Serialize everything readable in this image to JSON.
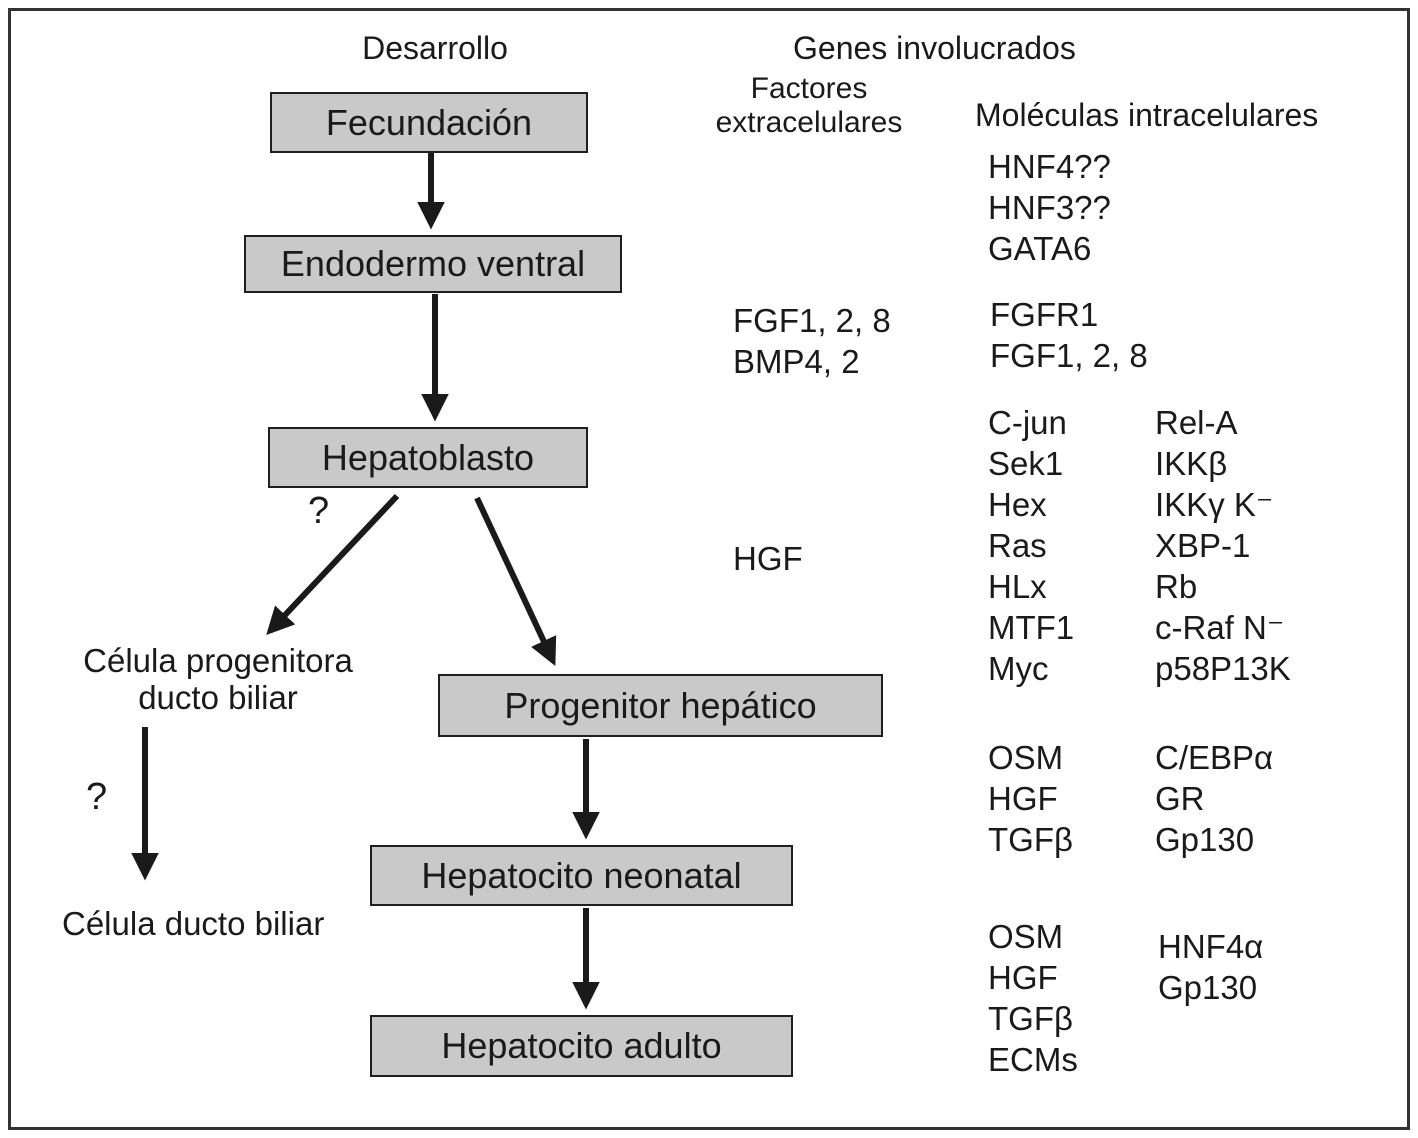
{
  "headers": {
    "left_column_title": "Desarrollo",
    "right_column_title": "Genes involucrados",
    "extracellular_subtitle": "Factores extracelulares",
    "intracellular_subtitle": "Moléculas intracelulares"
  },
  "flow": {
    "boxes": [
      {
        "label": "Fecundación"
      },
      {
        "label": "Endodermo ventral"
      },
      {
        "label": "Hepatoblasto"
      },
      {
        "label": "Progenitor hepático"
      },
      {
        "label": "Hepatocito neonatal"
      },
      {
        "label": "Hepatocito adulto"
      }
    ],
    "side_labels": {
      "biliary_progenitor": "Célula progenitora ducto biliar",
      "biliary_cell": "Célula ducto biliar",
      "question_branch": "?",
      "question_left": "?"
    }
  },
  "gene_lists": {
    "stage1_intracellular": [
      "HNF4??",
      "HNF3??",
      "GATA6"
    ],
    "stage2_extracellular": [
      "FGF1, 2, 8",
      "BMP4, 2"
    ],
    "stage2_intracellular": [
      "FGFR1",
      "FGF1, 2, 8"
    ],
    "stage3_extracellular": [
      "HGF"
    ],
    "stage3_intracellular_col1": [
      "C-jun",
      "Sek1",
      "Hex",
      "Ras",
      "HLx",
      "MTF1",
      "Myc"
    ],
    "stage3_intracellular_col2": [
      "Rel-A",
      "IKKβ",
      "IKKγ K⁻",
      "XBP-1",
      "Rb",
      "c-Raf N⁻",
      "p58P13K"
    ],
    "stage4_extracellular": [
      "OSM",
      "HGF",
      "TGFβ"
    ],
    "stage4_intracellular": [
      "C/EBPα",
      "GR",
      "Gp130"
    ],
    "stage5_extracellular": [
      "OSM",
      "HGF",
      "TGFβ",
      "ECMs"
    ],
    "stage5_intracellular": [
      "HNF4α",
      "Gp130"
    ]
  },
  "colors": {
    "box_fill": "#c9c9c9",
    "box_border": "#1f1f1f",
    "line": "#1a1a1a",
    "frame": "#333333"
  }
}
